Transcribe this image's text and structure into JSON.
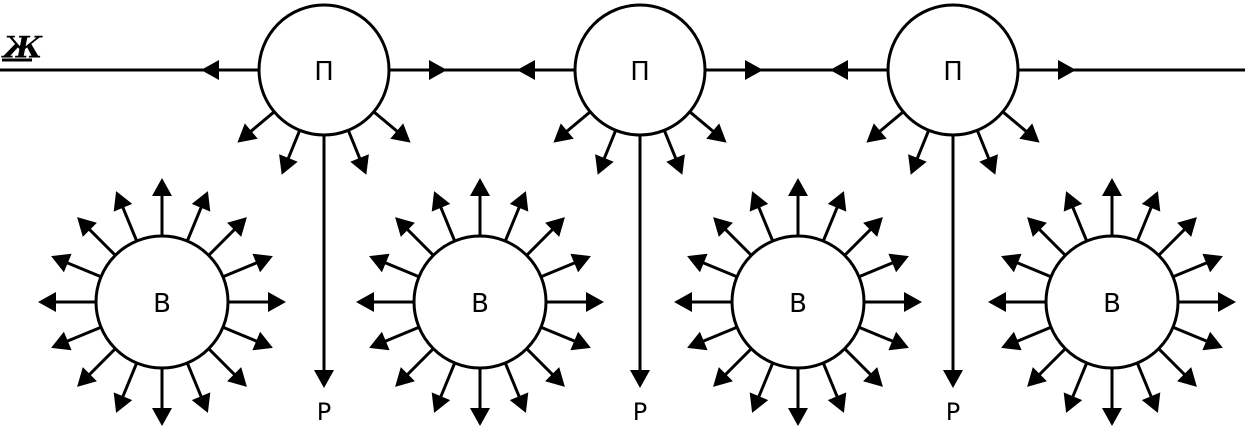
{
  "diagram": {
    "line_label": "Ж",
    "upper_nodes": [
      {
        "label": "П",
        "output_label": "Р"
      },
      {
        "label": "П",
        "output_label": "Р"
      },
      {
        "label": "П",
        "output_label": "Р"
      }
    ],
    "lower_nodes": [
      {
        "label": "В"
      },
      {
        "label": "В"
      },
      {
        "label": "В"
      },
      {
        "label": "В"
      }
    ]
  }
}
